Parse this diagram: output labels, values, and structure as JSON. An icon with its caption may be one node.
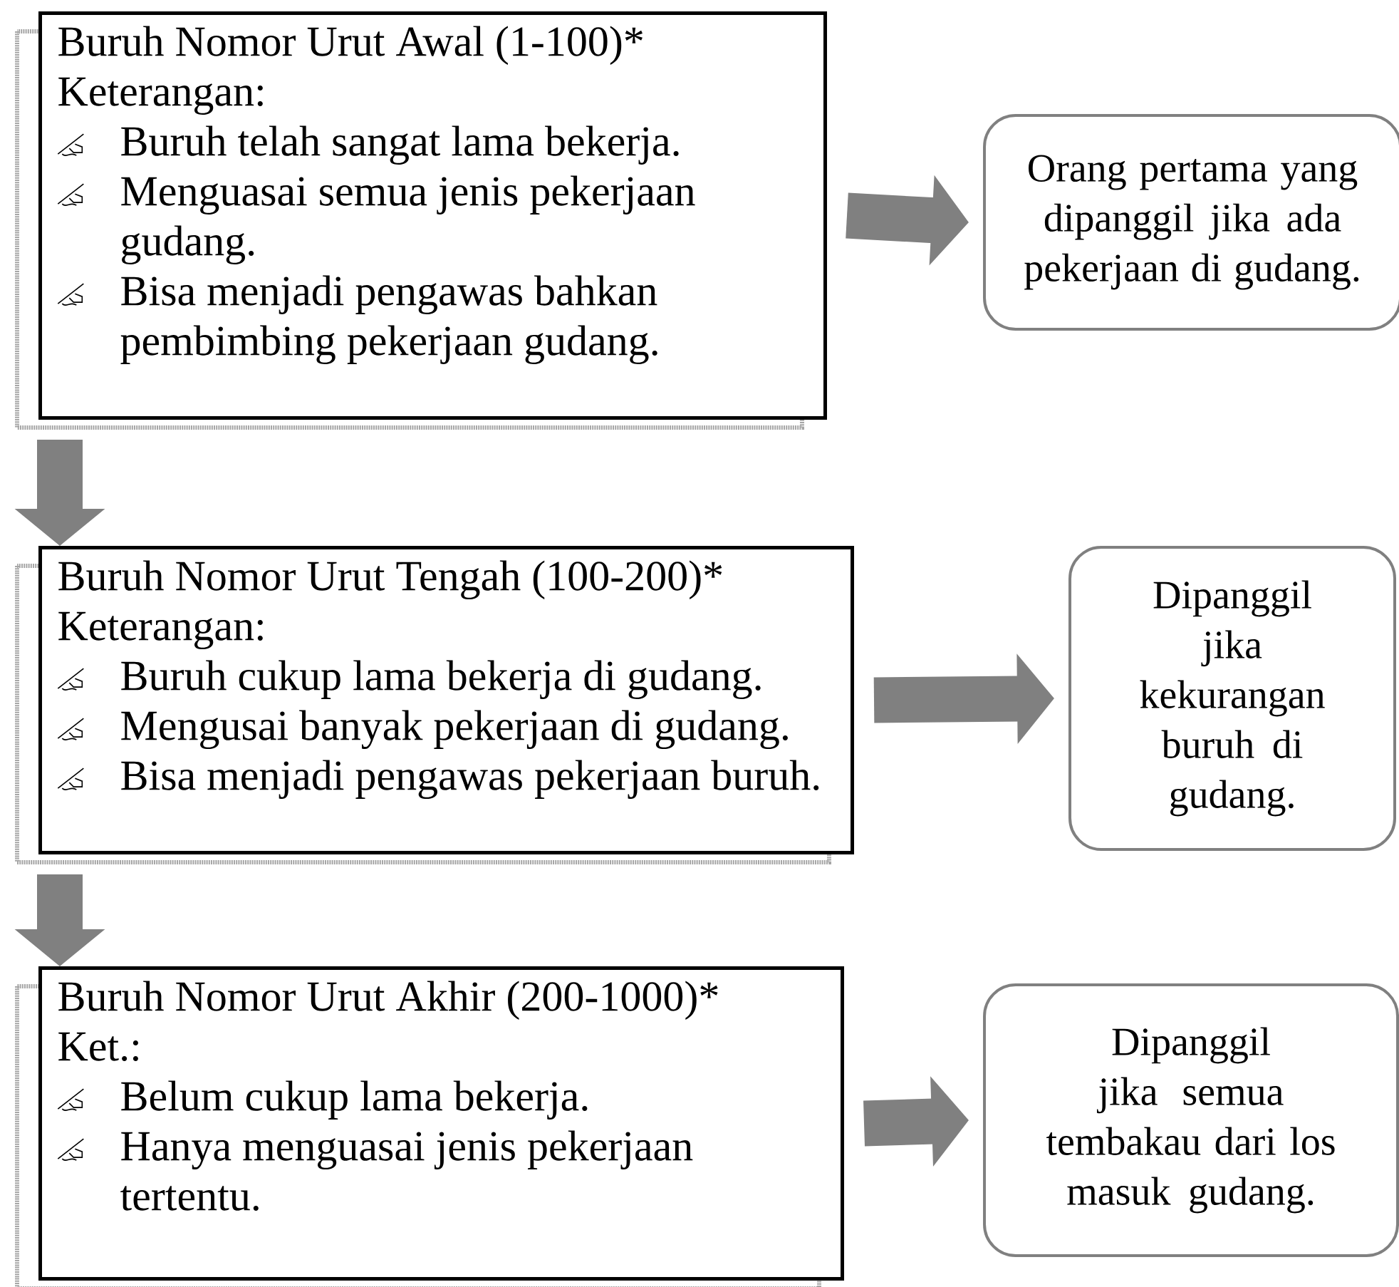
{
  "diagram": {
    "nodes": [
      {
        "text": [
          "Buruh Nomor Urut Awal (1-100)*",
          "Keterangan:",
          "Buruh telah sangat lama bekerja.",
          "Menguasai semua jenis pekerjaan gudang.",
          "Bisa menjadi pengawas bahkan pembimbing pekerjaan gudang."
        ]
      },
      {
        "text": [
          "Orang pertama yang dipanggil jika ada pekerjaan di gudang."
        ]
      },
      {
        "text": [
          "Buruh Nomor Urut Tengah (100-200)*",
          "Keterangan:",
          "Buruh cukup lama bekerja di gudang.",
          "Mengusai banyak pekerjaan di gudang.",
          "Bisa menjadi pengawas pekerjaan buruh."
        ]
      },
      {
        "text": [
          "Dipanggil jika kekurangan buruh di gudang."
        ]
      },
      {
        "text": [
          "Buruh Nomor Urut Akhir (200-1000)*",
          "Ket.:",
          "Belum cukup lama bekerja.",
          "Hanya menguasai jenis pekerjaan tertentu."
        ]
      },
      {
        "text": [
          "Dipanggil jika semua tembakau dari los masuk gudang."
        ]
      }
    ],
    "edges": [
      {
        "from": 0,
        "to": 1,
        "arrow": "to"
      },
      {
        "from": 0,
        "to": 2,
        "arrow": "to"
      },
      {
        "from": 2,
        "to": 3,
        "arrow": "to"
      },
      {
        "from": 2,
        "to": 4,
        "arrow": "to"
      },
      {
        "from": 4,
        "to": 5,
        "arrow": "to"
      }
    ]
  }
}
